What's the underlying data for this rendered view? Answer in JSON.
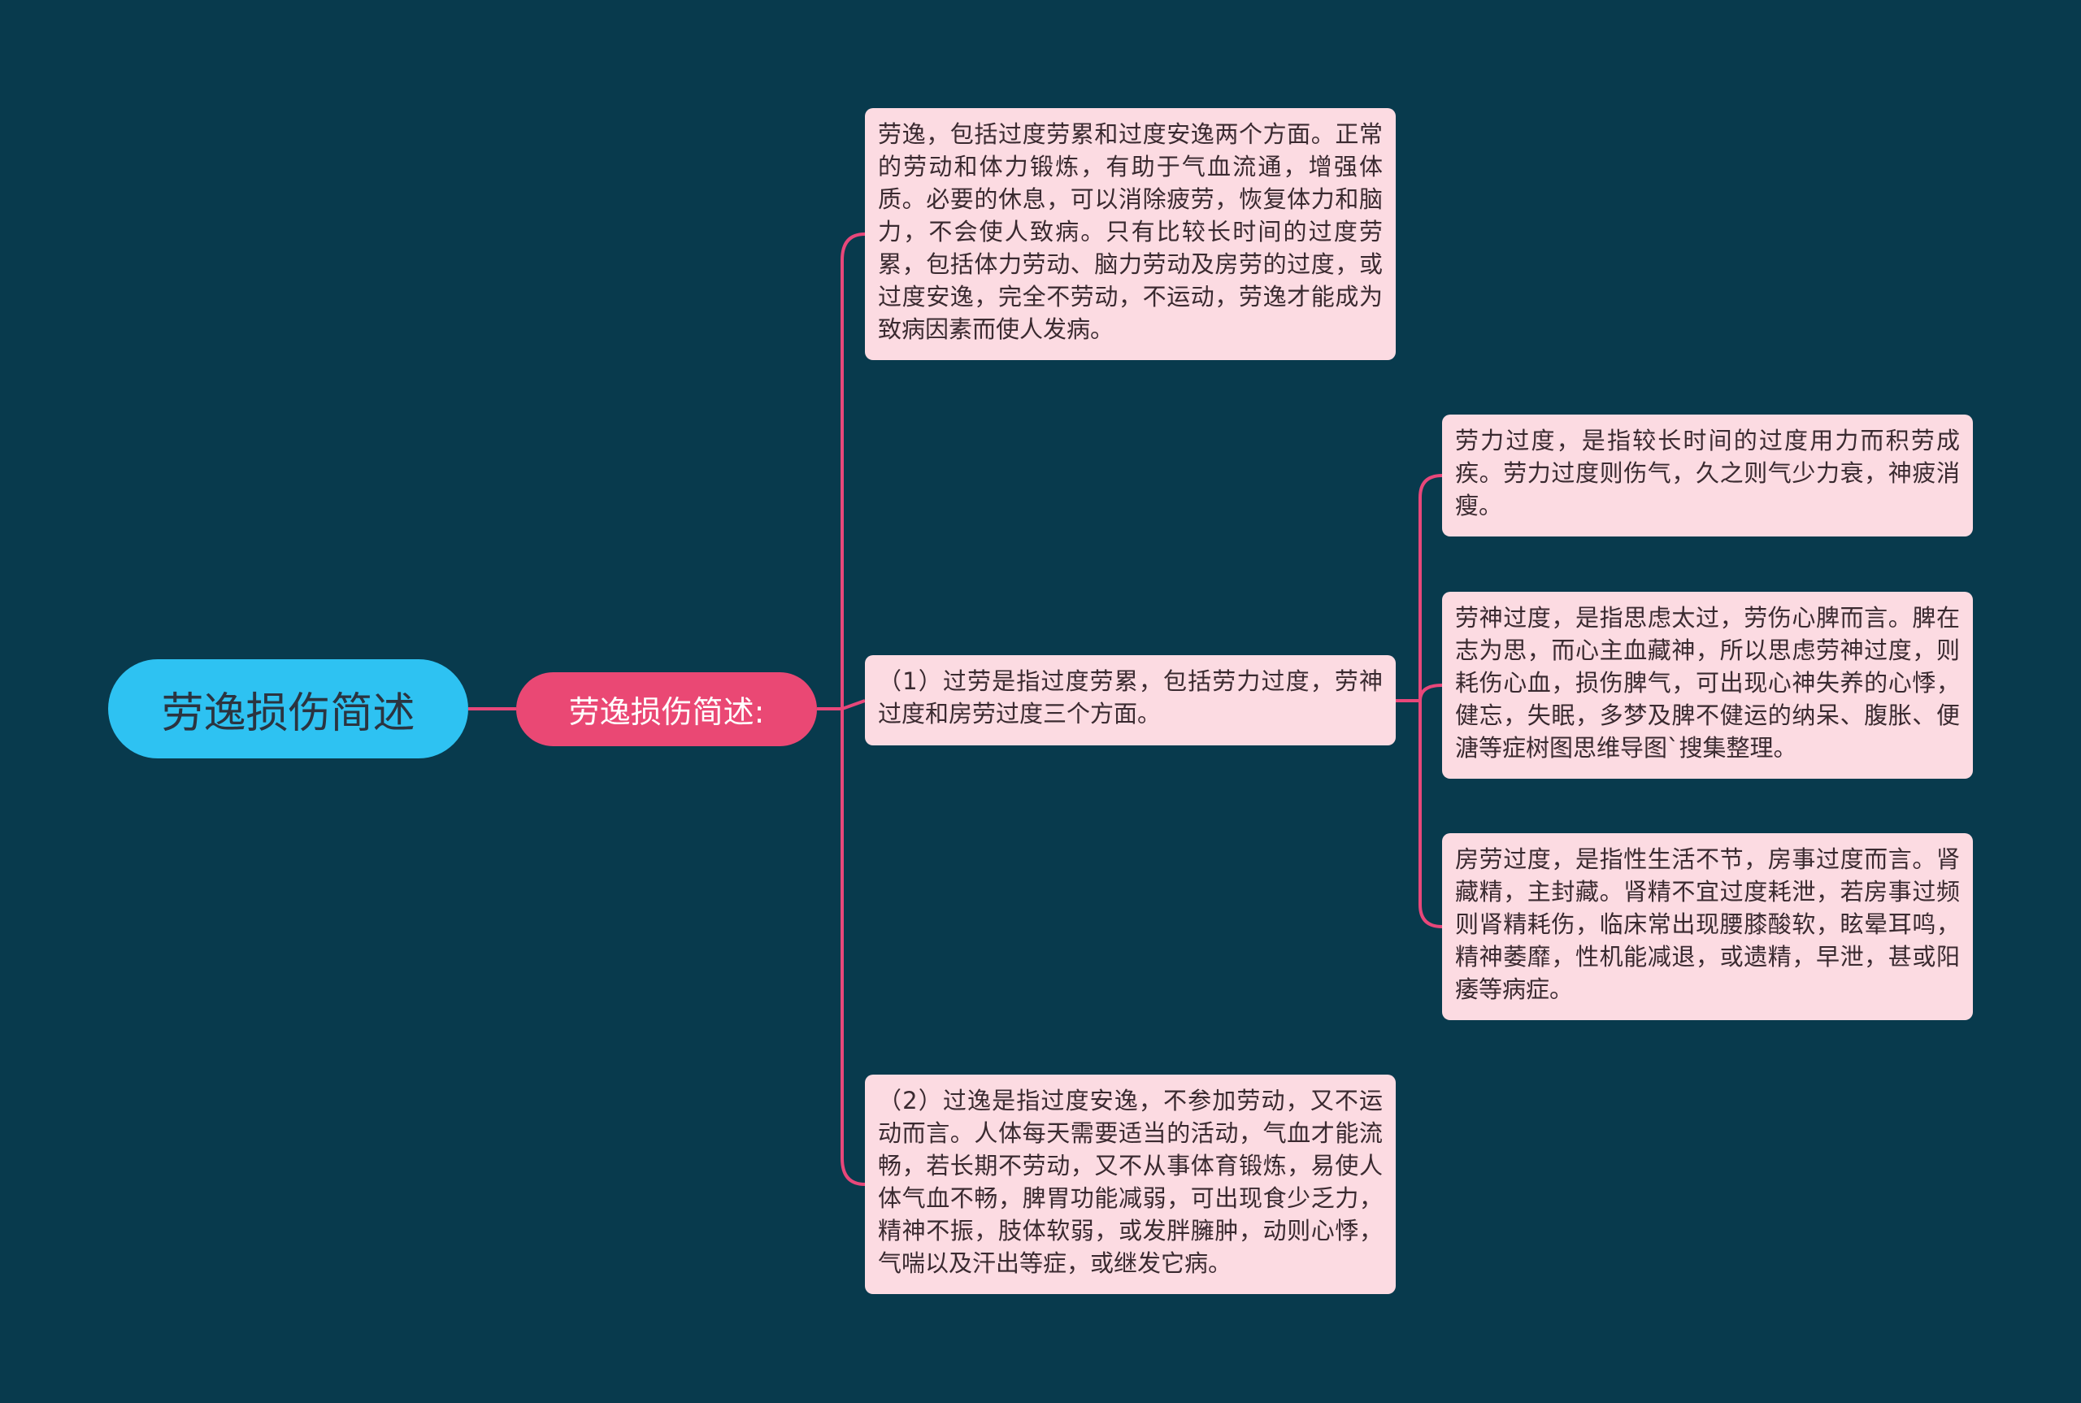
{
  "mindmap": {
    "root": {
      "label": "劳逸损伤简述"
    },
    "branch": {
      "label": "劳逸损伤简述:"
    },
    "cards": [
      {
        "id": "card-1",
        "text": "劳逸，包括过度劳累和过度安逸两个方面。正常的劳动和体力锻炼，有助于气血流通，增强体质。必要的休息，可以消除疲劳，恢复体力和脑力，不会使人致病。只有比较长时间的过度劳累，包括体力劳动、脑力劳动及房劳的过度，或过度安逸，完全不劳动，不运动，劳逸才能成为致病因素而使人发病。"
      },
      {
        "id": "card-2",
        "text": "（1）过劳是指过度劳累，包括劳力过度，劳神过度和房劳过度三个方面。"
      },
      {
        "id": "card-3",
        "text": "（2）过逸是指过度安逸，不参加劳动，又不运动而言。人体每天需要适当的活动，气血才能流畅，若长期不劳动，又不从事体育锻炼，易使人体气血不畅，脾胃功能减弱，可出现食少乏力，精神不振，肢体软弱，或发胖臃肿，动则心悸，气喘以及汗出等症，或继发它病。"
      },
      {
        "id": "card-4",
        "text": "劳力过度，是指较长时间的过度用力而积劳成疾。劳力过度则伤气，久之则气少力衰，神疲消瘦。"
      },
      {
        "id": "card-5",
        "text": "劳神过度，是指思虑太过，劳伤心脾而言。脾在志为思，而心主血藏神，所以思虑劳神过度，则耗伤心血，损伤脾气，可出现心神失养的心悸，健忘，失眠，多梦及脾不健运的纳呆、腹胀、便溏等症树图思维导图`搜集整理。"
      },
      {
        "id": "card-6",
        "text": "房劳过度，是指性生活不节，房事过度而言。肾藏精，主封藏。肾精不宜过度耗泄，若房事过频则肾精耗伤，临床常出现腰膝酸软，眩晕耳鸣，精神萎靡，性机能减退，或遗精，早泄，甚或阳痿等病症。"
      }
    ]
  },
  "colors": {
    "background": "#083a4d",
    "root_fill": "#2ec2f2",
    "branch_fill": "#ea4874",
    "card_fill": "#fcdbe2",
    "connector": "#e8477a"
  }
}
